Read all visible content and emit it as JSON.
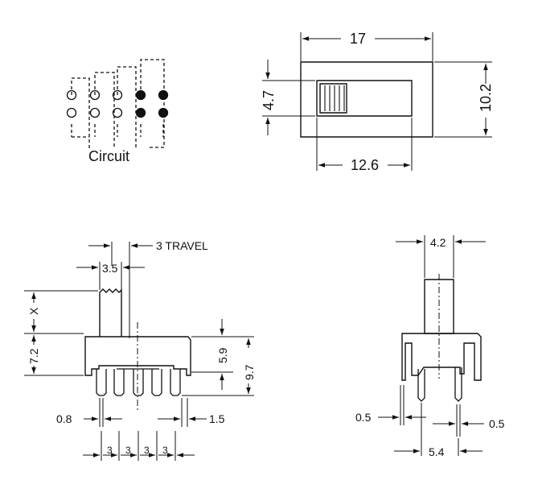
{
  "circuit": {
    "label": "Circuit"
  },
  "top_view": {
    "width_label": "17",
    "height_label": "10.2",
    "slot_width_label": "12.6",
    "actuator_height_label": "4.7"
  },
  "side_view": {
    "travel_label": "3 TRAVEL",
    "actuator_width_label": "3.5",
    "x_label": "X",
    "body_height_label": "7.2",
    "inner_height_label": "5.9",
    "total_height_label": "9.7",
    "pin_width_label": "0.8",
    "tab_width_label": "1.5",
    "pitch_labels": [
      "3",
      "3",
      "3",
      "3"
    ]
  },
  "end_view": {
    "actuator_width_label": "4.2",
    "left_thickness_label": "0.5",
    "right_thickness_label": "0.5",
    "pin_spacing_label": "5.4"
  }
}
